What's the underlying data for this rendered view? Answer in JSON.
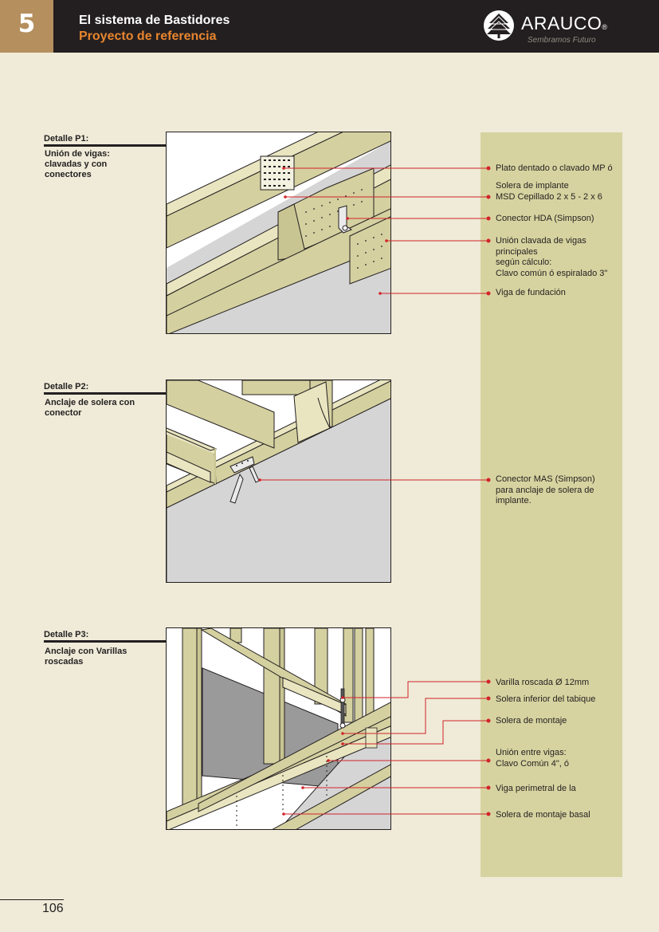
{
  "header": {
    "chapter_number": "5",
    "title": "El sistema de Bastidores",
    "subtitle": "Proyecto de referencia",
    "brand": "ARAUCO",
    "brand_registered": "®",
    "tagline": "Sembramos Futuro"
  },
  "details": [
    {
      "heading": "Detalle P1:",
      "description": "Unión de vigas: clavadas y con conectores",
      "annotations": [
        "Plato dentado o clavado MP ó",
        "Solera de implante\nMSD Cepillado  2 x 5 - 2 x 6",
        "Conector HDA (Simpson)",
        "Unión clavada de vigas\nprincipales\nsegún cálculo:\nClavo común ó espiralado 3\"",
        "Viga de fundación"
      ]
    },
    {
      "heading": "Detalle P2:",
      "description": "Anclaje de solera con conector",
      "annotations": [
        "Conector MAS (Simpson)\npara anclaje de solera de\nimplante."
      ]
    },
    {
      "heading": "Detalle P3:",
      "description": "Anclaje con Varillas roscadas",
      "annotations": [
        "Varilla roscada Ø 12mm",
        "Solera inferior del tabique",
        "Solera de montaje",
        "Unión entre vigas:\nClavo Común 4\", ó",
        "Viga perimetral de la",
        "Solera de montaje basal"
      ]
    }
  ],
  "page_number": "106",
  "colors": {
    "page_background": "#efebd8",
    "header_background": "#231f20",
    "chapter_box": "#b58f5e",
    "subtitle_orange": "#e8852e",
    "side_panel": "#d7d3a0",
    "leader_red": "#d2232a",
    "timber": "#d4d0a0",
    "concrete": "#d5d5d5"
  }
}
